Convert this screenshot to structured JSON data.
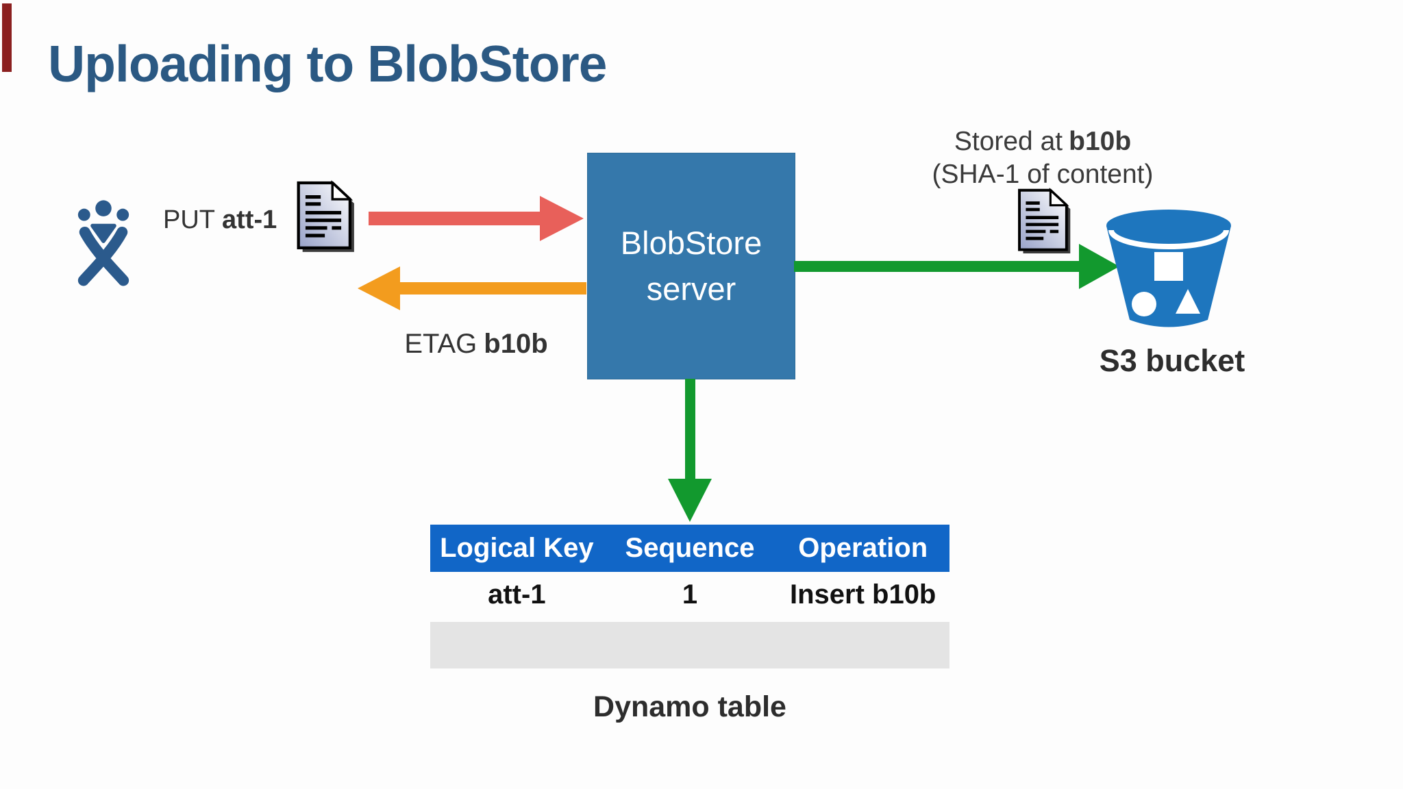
{
  "title": "Uploading to BlobStore",
  "client": {
    "label": "PUT",
    "key": "att-1"
  },
  "response": {
    "label": "ETAG",
    "value": "b10b"
  },
  "server": {
    "name_line1": "BlobStore",
    "name_line2": "server"
  },
  "s3": {
    "note_prefix": "Stored at",
    "note_hash": "b10b",
    "note_line2": "(SHA-1 of content)",
    "label": "S3 bucket"
  },
  "dynamo": {
    "headers": [
      "Logical Key",
      "Sequence",
      "Operation"
    ],
    "row": [
      "att-1",
      "1",
      "Insert b10b"
    ],
    "caption": "Dynamo table"
  },
  "icons": {
    "client": "jira-user-icon",
    "document": "document-icon",
    "bucket": "s3-bucket-icon"
  },
  "colors": {
    "title": "#2B5983",
    "jira": "#2B5A8C",
    "red_arrow": "#E8605A",
    "orange_arrow": "#F39C1E",
    "green_arrow": "#12992E",
    "server_box": "#3578AB",
    "server_text": "#FFFFFF",
    "table_header": "#1166C7",
    "table_header_text": "#FFFFFF",
    "row_gray": "#E4E4E4",
    "bucket": "#1E76BE",
    "doc_shade": "#98A2C8",
    "artifact_red": "#8B2020"
  }
}
